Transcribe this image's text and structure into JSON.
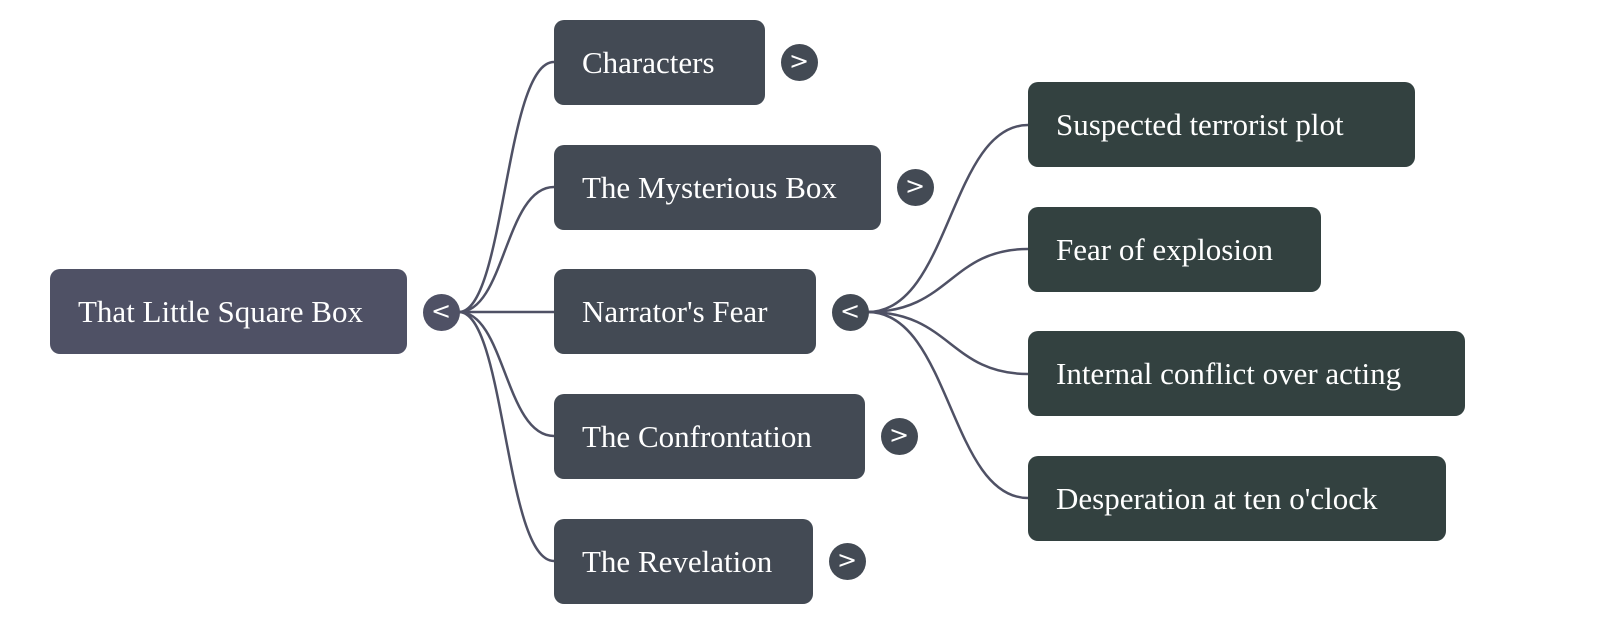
{
  "mindmap": {
    "root": {
      "label": "That Little Square Box",
      "toggle": "<",
      "expanded": true
    },
    "branches": [
      {
        "label": "Characters",
        "toggle": ">",
        "expanded": false
      },
      {
        "label": "The Mysterious Box",
        "toggle": ">",
        "expanded": false
      },
      {
        "label": "Narrator's Fear",
        "toggle": "<",
        "expanded": true,
        "children": [
          {
            "label": "Suspected terrorist plot"
          },
          {
            "label": "Fear of explosion"
          },
          {
            "label": "Internal conflict over acting"
          },
          {
            "label": "Desperation at ten o'clock"
          }
        ]
      },
      {
        "label": "The Confrontation",
        "toggle": ">",
        "expanded": false
      },
      {
        "label": "The Revelation",
        "toggle": ">",
        "expanded": false
      }
    ]
  },
  "colors": {
    "root": "#4f5165",
    "branch": "#434a54",
    "leaf": "#334140",
    "link": "#4f5165"
  }
}
